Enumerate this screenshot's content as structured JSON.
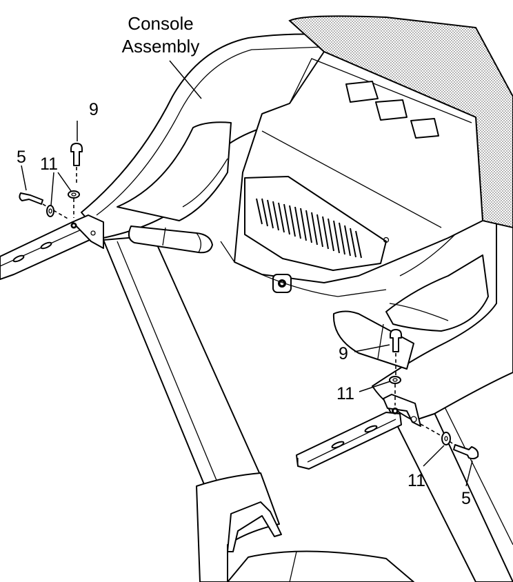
{
  "labels": {
    "console_assembly_line1": "Console",
    "console_assembly_line2": "Assembly",
    "bolt_left": "9",
    "bolt_right": "9",
    "screw_left": "5",
    "screw_right": "5",
    "washer_left": "11",
    "washer_right_upper": "11",
    "washer_right_lower": "11"
  }
}
